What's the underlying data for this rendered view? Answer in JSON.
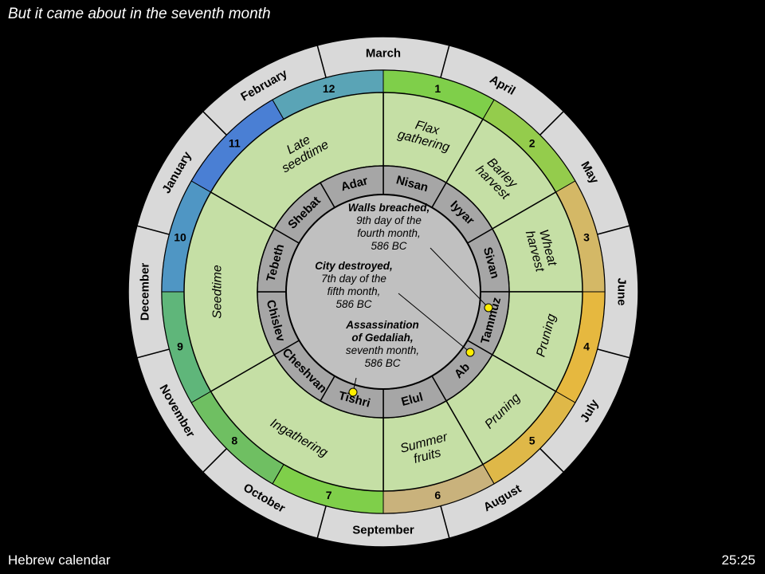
{
  "slide": {
    "title": "But it came about in the seventh month",
    "footer_left": "Hebrew calendar",
    "footer_right": "25:25"
  },
  "colors": {
    "background": "#000000",
    "outer_ring": "#d9d9d9",
    "season_ring": "#c5dfa5",
    "hebrew_ring": "#a6a6a6",
    "center": "#c0c0c0",
    "marker": "#ffee00"
  },
  "gregorian_months": [
    "March",
    "April",
    "May",
    "June",
    "July",
    "August",
    "September",
    "October",
    "November",
    "December",
    "January",
    "February"
  ],
  "month_numbers": [
    "1",
    "2",
    "3",
    "4",
    "5",
    "6",
    "7",
    "8",
    "9",
    "10",
    "11",
    "12"
  ],
  "number_ring_colors": [
    "#7fcf4a",
    "#94cc4c",
    "#d4b866",
    "#e6b83f",
    "#dfb848",
    "#c9b27c",
    "#7fcf4a",
    "#6fbf62",
    "#5fb67a",
    "#4f96c4",
    "#4a7fd4",
    "#5aa4b6"
  ],
  "hebrew_months": [
    "Nisan",
    "Iyyar",
    "Sivan",
    "Tammuz",
    "Ab",
    "Elul",
    "Tishri",
    "Cheshvan",
    "Chislev",
    "Tebeth",
    "Shebat",
    "Adar"
  ],
  "seasons": [
    {
      "label": "Flax gathering",
      "lines": [
        "Flax",
        "gathering"
      ]
    },
    {
      "label": "Barley harvest",
      "lines": [
        "Barley",
        "harvest"
      ]
    },
    {
      "label": "Wheat harvest",
      "lines": [
        "Wheat",
        "harvest"
      ]
    },
    {
      "label": "Pruning",
      "lines": [
        "Pruning"
      ]
    },
    {
      "label": "Pruning",
      "lines": [
        "Pruning"
      ]
    },
    {
      "label": "Summer fruits",
      "lines": [
        "Summer",
        "fruits"
      ]
    },
    {
      "label": "Ingathering",
      "lines": [
        "Ingathering"
      ]
    },
    {
      "label": "Seedtime",
      "lines": [
        "Seedtime"
      ]
    },
    {
      "label": "Late seedtime",
      "lines": [
        "Late",
        "seedtime"
      ]
    }
  ],
  "events": [
    {
      "bold": "Walls breached",
      "lines": [
        "9th day of the",
        "fourth month,",
        "586 BC"
      ]
    },
    {
      "bold": "City destroyed",
      "lines": [
        "7th day of the",
        "fifth month,",
        "586 BC"
      ]
    },
    {
      "bold_lines": [
        "Assassination",
        "of Gedaliah,"
      ],
      "lines": [
        "seventh month,",
        "586 BC"
      ]
    }
  ]
}
